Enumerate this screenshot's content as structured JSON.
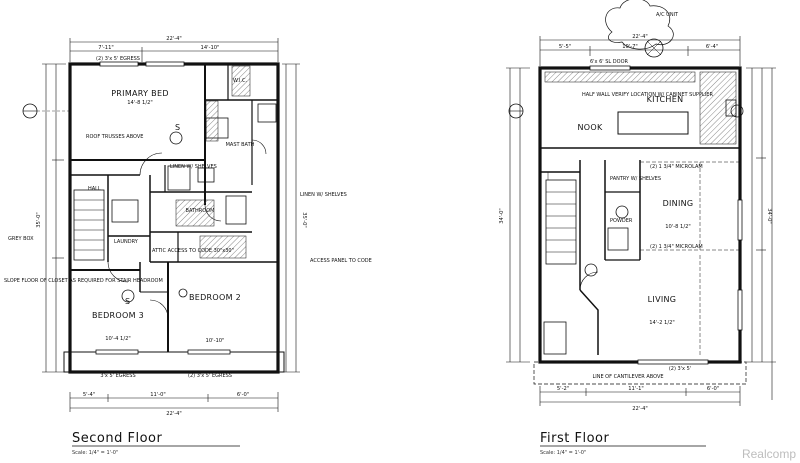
{
  "second_floor": {
    "title": "Second Floor",
    "scale": "Scale: 1/4\" = 1'-0\"",
    "overall_width_top": "22'-4\"",
    "overall_width_bottom": "22'-4\"",
    "overall_depth": "35'-0\"",
    "top_dims": [
      "7'-11\"",
      "14'-10\""
    ],
    "bottom_dims": [
      "5'-4\"",
      "11'-0\"",
      "6'-0\""
    ],
    "rooms": {
      "primary_bed": "PRIMARY BED",
      "primary_bed_dim": "14'-8 1/2\"",
      "wic": "W.I.C.",
      "mast_bath": "MAST BATH",
      "hall": "HALL",
      "bathroom": "BATHROOM",
      "laundry": "LAUNDRY",
      "attic": "ATTIC ACCESS TO CODE 30\"x30\"",
      "bedroom3": "BEDROOM 3",
      "bedroom3_dim": "10'-4 1/2\"",
      "bedroom2": "BEDROOM 2",
      "bedroom2_dim": "10'-10\"",
      "linen_shelves": "LINEN W/ SHELVES"
    },
    "notes": {
      "egress_top": "(2) 3'x 5' EGRESS",
      "roof_trusses": "ROOF TRUSSES ABOVE",
      "linen": "LINEN W/ SHELVES",
      "access_panel": "ACCESS PANEL TO CODE",
      "grey_box": "GREY BOX",
      "slope_floor": "SLOPE FLOOR OF CLOSET AS REQUIRED FOR STAIR HEADROOM",
      "egress_left": "3'x 5' EGRESS",
      "egress_right": "(2) 3'x 5' EGRESS"
    }
  },
  "first_floor": {
    "title": "First Floor",
    "scale": "Scale: 1/4\" = 1'-0\"",
    "overall_width_top": "22'-4\"",
    "overall_width_bottom": "22'-4\"",
    "overall_depth": "34'-0\"",
    "ac_unit": "A/C UNIT",
    "top_dims": [
      "5'-5\"",
      "10'-7\"",
      "6'-4\""
    ],
    "bottom_dims": [
      "5'-2\"",
      "11'-1\"",
      "6'-0\""
    ],
    "rooms": {
      "kitchen": "KITCHEN",
      "nook": "NOOK",
      "pantry": "PANTRY W/ SHELVES",
      "dining": "DINING",
      "dining_dim": "10'-8 1/2\"",
      "powder": "POWDER",
      "living": "LIVING",
      "living_dim": "14'-2 1/2\""
    },
    "notes": {
      "door": "6'x 6' SL DOOR",
      "half_wall": "HALF WALL VERIFY LOCATION W/ CABINET SUPPLIER",
      "microlam_top": "(2) 1 3/4\" MICROLAM",
      "microlam_mid": "(2) 1 3/4\" MICROLAM",
      "line_cantilever": "LINE OF CANTILEVER ABOVE",
      "window_bottom": "(2) 3'x 5'"
    }
  },
  "watermark": "Realcomp"
}
